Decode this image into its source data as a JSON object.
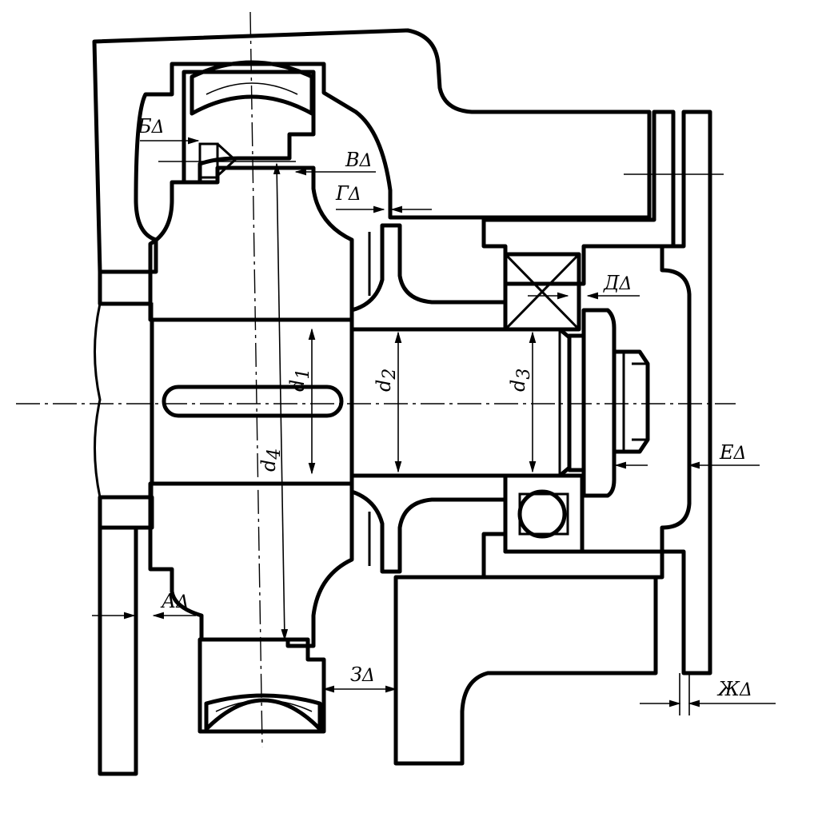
{
  "labels": {
    "b": "Б",
    "v": "В",
    "g": "Г",
    "d": "Д",
    "a": "А",
    "e": "Е",
    "zh": "Ж",
    "z": "З",
    "d1": "d",
    "d1_sub": "1",
    "d2": "d",
    "d2_sub": "2",
    "d3": "d",
    "d3_sub": "3",
    "d4": "d",
    "d4_sub": "4",
    "delta": "Δ"
  },
  "colors": {
    "ink": "#000000",
    "paper": "#ffffff"
  }
}
